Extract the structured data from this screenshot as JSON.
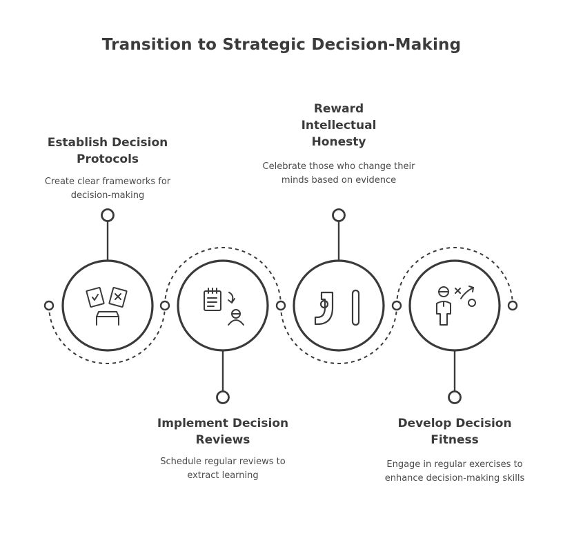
{
  "title": "Transition to Strategic Decision-Making",
  "steps": [
    {
      "title": "Establish Decision Protocols",
      "description": "Create clear frameworks for decision-making",
      "icon": "decision-cards-icon"
    },
    {
      "title": "Implement Decision Reviews",
      "description": "Schedule regular reviews to extract learning",
      "icon": "notepad-review-icon"
    },
    {
      "title": "Reward Intellectual Honesty",
      "description": "Celebrate those who change their minds based on evidence",
      "icon": "open-mind-icon"
    },
    {
      "title": "Develop Decision Fitness",
      "description": "Engage in regular exercises to enhance decision-making skills",
      "icon": "strategy-person-icon"
    }
  ],
  "colors": {
    "stroke": "#3a3a3a",
    "text": "#3b3b3b",
    "background": "#ffffff"
  }
}
